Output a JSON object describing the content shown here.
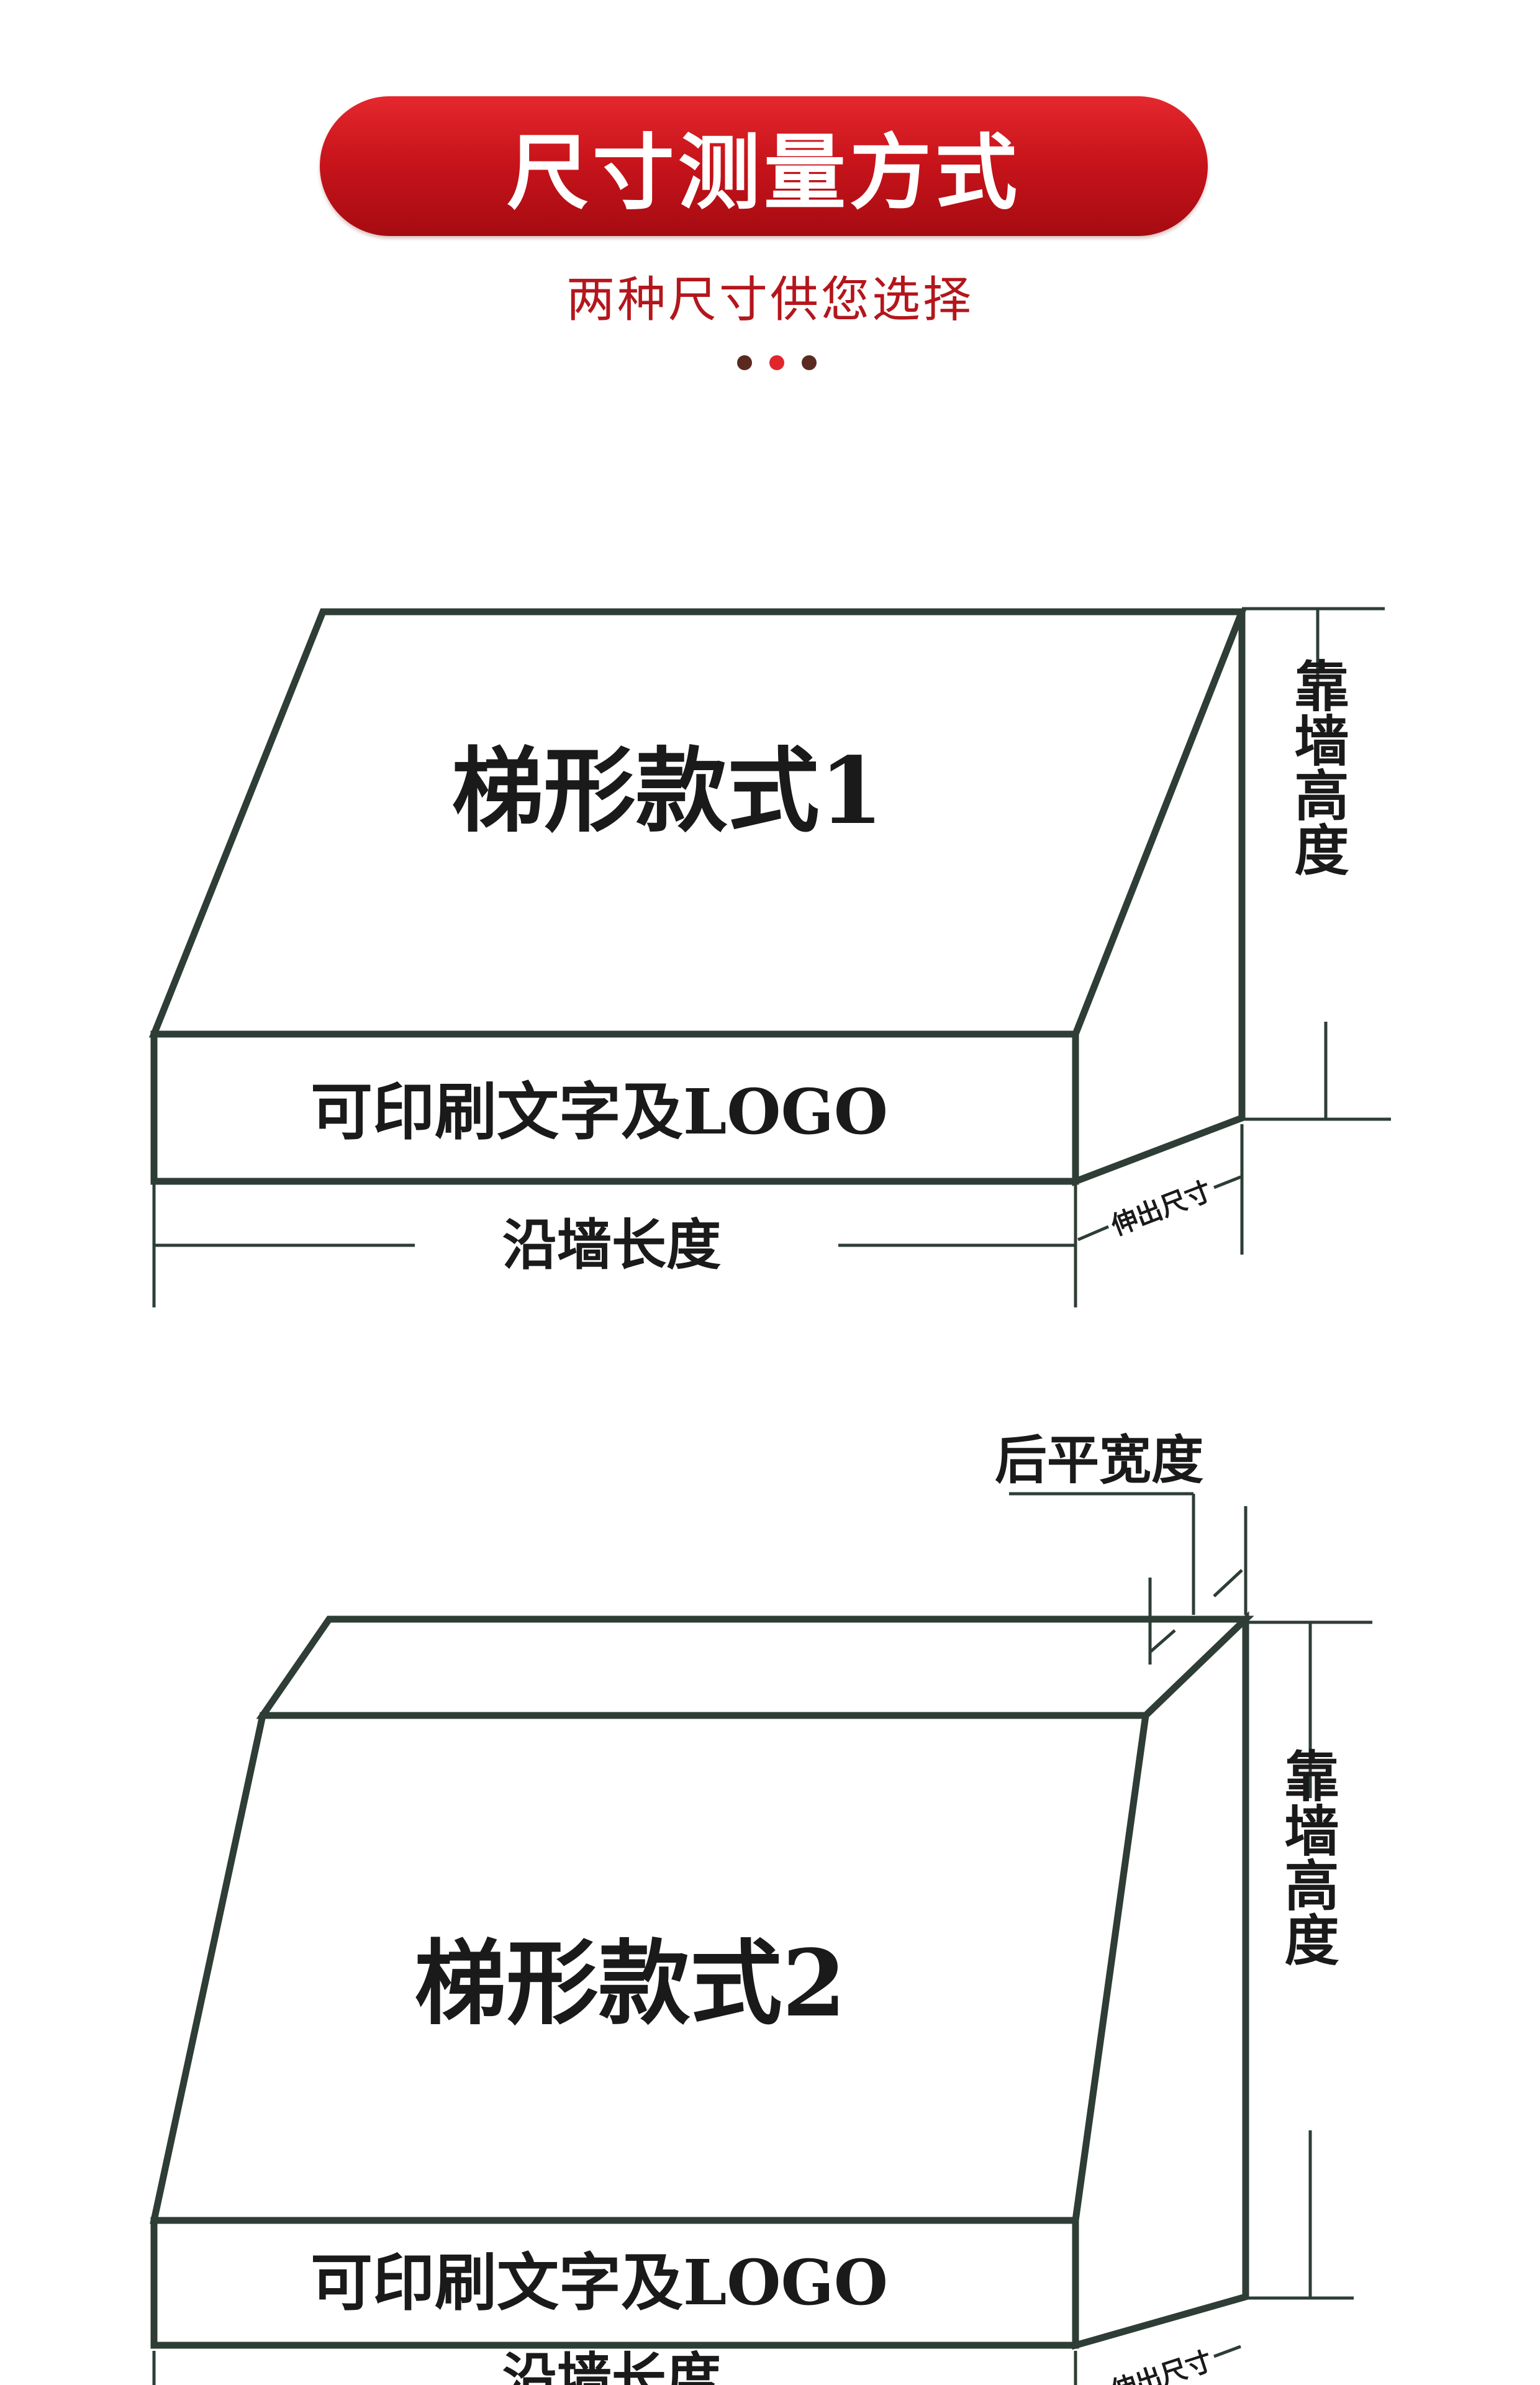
{
  "header": {
    "title": "尺寸测量方式",
    "subtitle": "两种尺寸供您选择"
  },
  "colors": {
    "banner": "#c9141b",
    "subtitle": "#b3161c",
    "outline": "#2e3d35",
    "dot_dark": "#5a2a20",
    "dot_red": "#e0262c"
  },
  "style1": {
    "title": "梯形款式1",
    "front_label": "可印刷文字及LOGO",
    "width_label": "沿墙长度",
    "height_label": "靠墙高度",
    "projection_label": "伸出尺寸"
  },
  "style2": {
    "title": "梯形款式2",
    "front_label": "可印刷文字及LOGO",
    "width_label": "沿墙长度",
    "height_label": "靠墙高度",
    "projection_label": "伸出尺寸",
    "back_width_label": "后平宽度"
  }
}
